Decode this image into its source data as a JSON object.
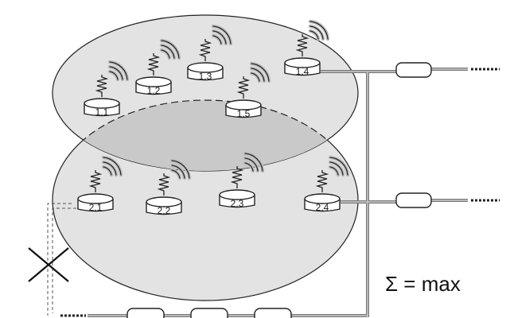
{
  "diagram": {
    "groups": [
      {
        "id": "group-1",
        "nodes": [
          "1.1",
          "1.2",
          "1.3",
          "1.4",
          "1.5"
        ]
      },
      {
        "id": "group-2",
        "nodes": [
          "2.1",
          "2.2",
          "2.3",
          "2.4"
        ]
      }
    ],
    "formula": "Σ = max",
    "colors": {
      "ellipse_fill": "#e3e3e3",
      "overlap_fill": "#c9c9c9",
      "outline": "#222222",
      "cable": "#9a9a9a",
      "wifi_glow": "#bdbdbd"
    }
  }
}
